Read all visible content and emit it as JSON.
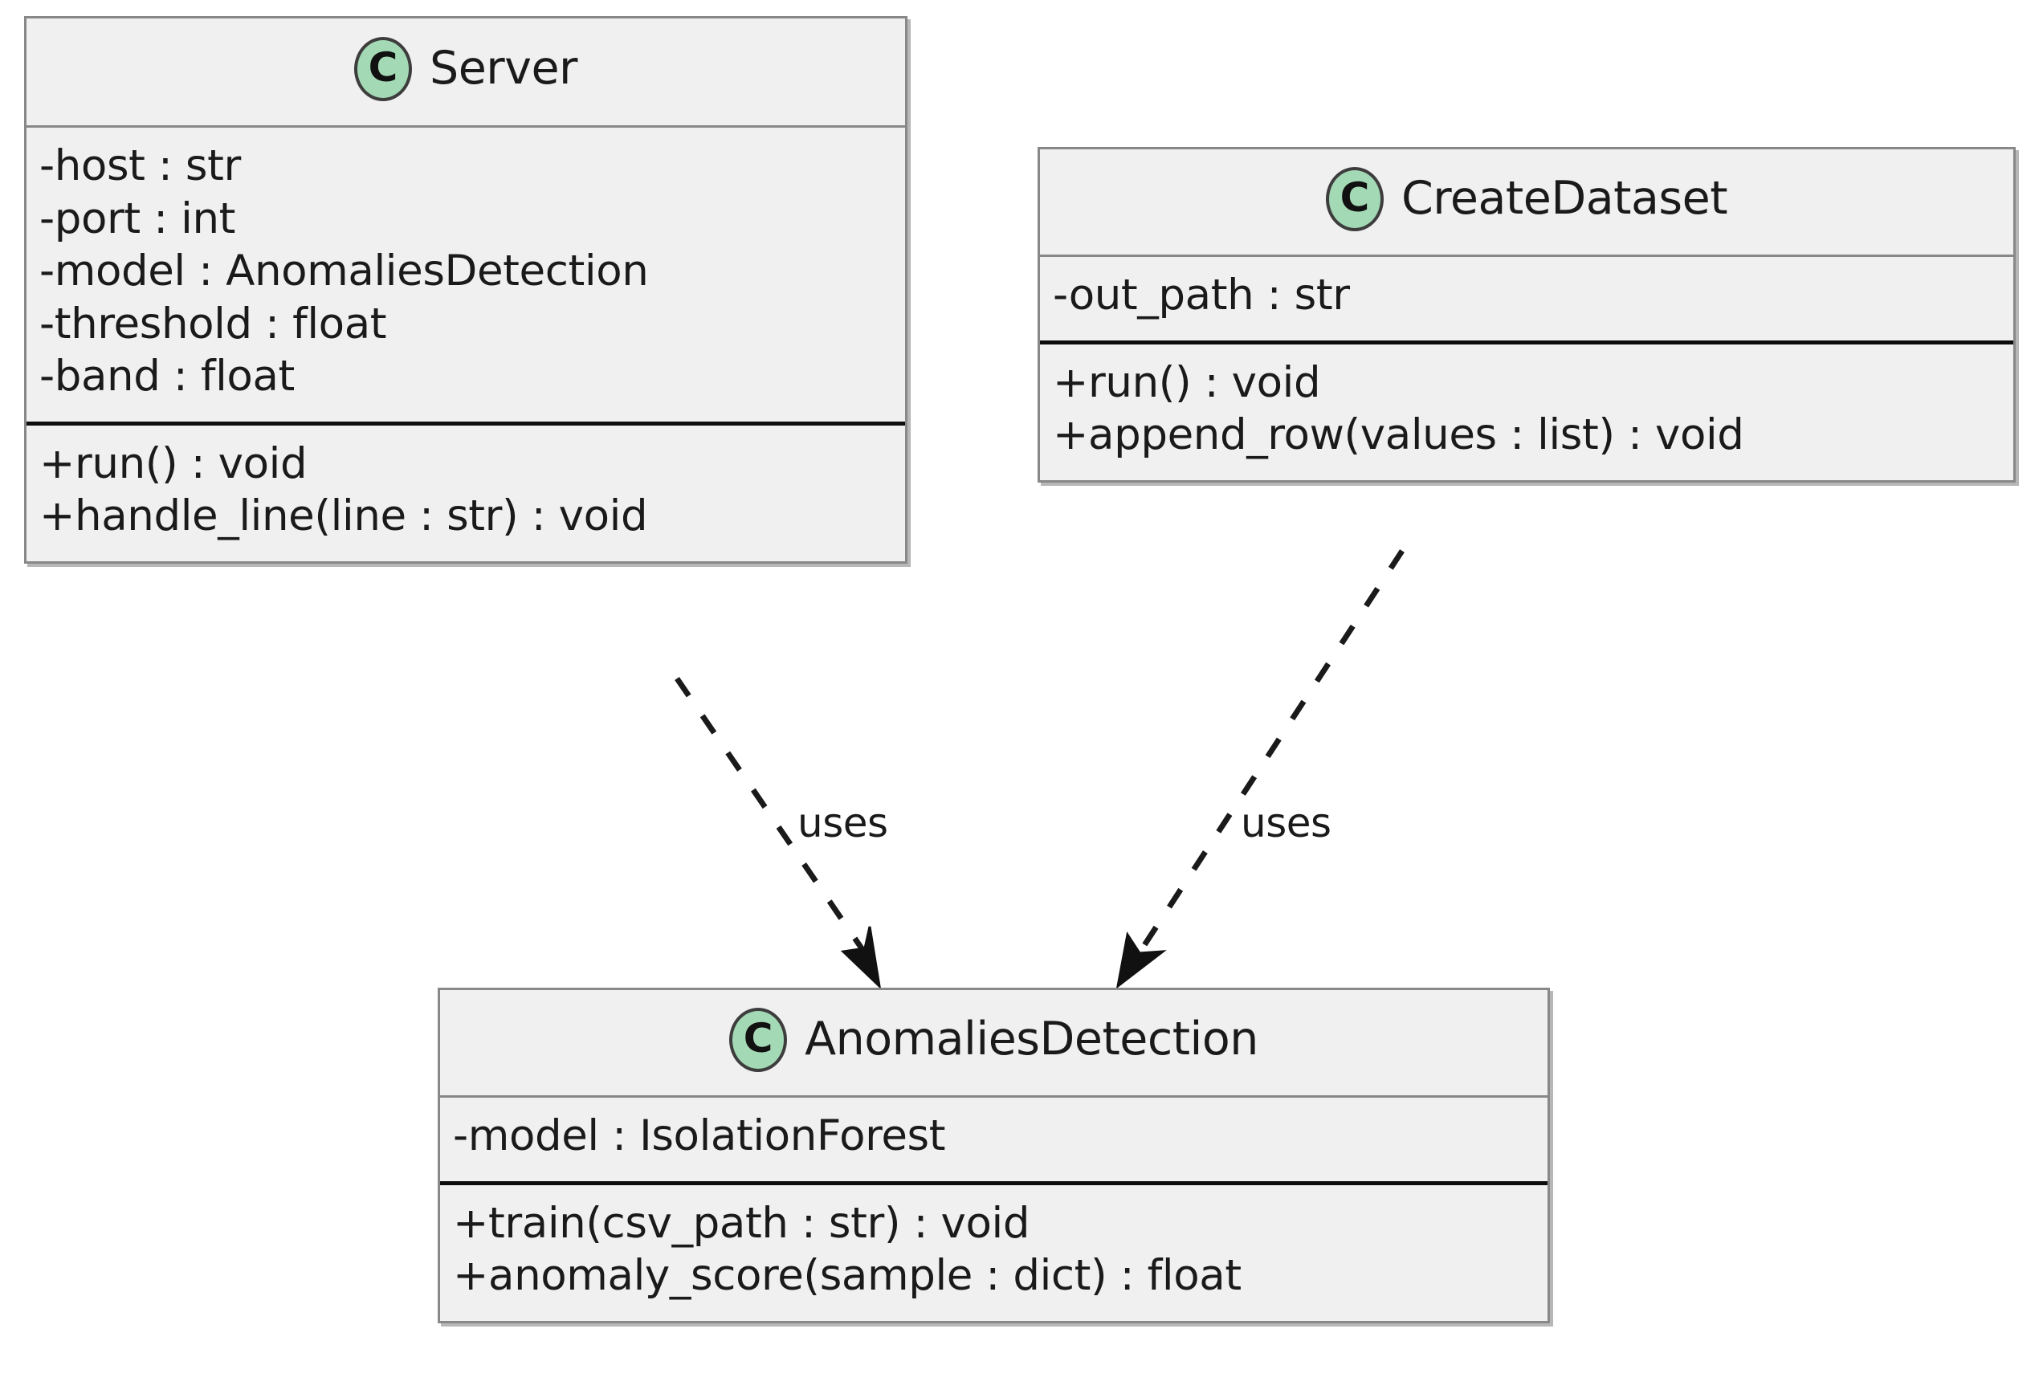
{
  "diagram": {
    "type": "uml-class-diagram",
    "background_color": "#ffffff",
    "box_fill_color": "#eff0ef",
    "box_border_color": "#888888",
    "icon_color": "#a4d9b5",
    "text_color": "#1a1a1a"
  },
  "classes": [
    {
      "id": "server",
      "name": "Server",
      "icon_letter": "C",
      "attributes": [
        "-host : str",
        "-port : int",
        "-model : AnomaliesDetection",
        "-threshold : float",
        "-band : float"
      ],
      "methods": [
        "+run() : void",
        "+handle_line(line : str) : void"
      ]
    },
    {
      "id": "createdataset",
      "name": "CreateDataset",
      "icon_letter": "C",
      "attributes": [
        "-out_path : str"
      ],
      "methods": [
        "+run() : void",
        "+append_row(values : list) : void"
      ]
    },
    {
      "id": "anomaliesdetection",
      "name": "AnomaliesDetection",
      "icon_letter": "C",
      "attributes": [
        "-model : IsolationForest"
      ],
      "methods": [
        "+train(csv_path : str) : void",
        "+anomaly_score(sample : dict) : float"
      ]
    }
  ],
  "relationships": [
    {
      "id": "server-uses-anomaliesdetection",
      "from": "Server",
      "to": "AnomaliesDetection",
      "label": "uses",
      "style": "dashed",
      "arrow": "open-filled"
    },
    {
      "id": "createdataset-uses-anomaliesdetection",
      "from": "CreateDataset",
      "to": "AnomaliesDetection",
      "label": "uses",
      "style": "dashed",
      "arrow": "open-filled"
    }
  ]
}
